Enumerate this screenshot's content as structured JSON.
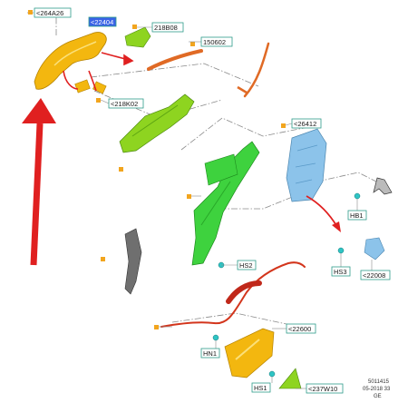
{
  "colors": {
    "label_border": "#2e9c8a",
    "highlight": "#3a63e6",
    "marker": "#f2a51e",
    "leader": "#8a8a8a",
    "arrow_red": "#e02020",
    "handle": "#f3b70f",
    "bracket": "#8ed420",
    "rod": "#e06a25",
    "latch": "#8cc3ea",
    "cable": "#d3351c",
    "reinforcement": "#6f6f6f",
    "clip": "#2fc4c4"
  },
  "callouts": [
    {
      "id": "c264a26",
      "text": "<264A26"
    },
    {
      "id": "c22404",
      "text": "<22404",
      "highlight": true
    },
    {
      "id": "c218b08",
      "text": "218B08"
    },
    {
      "id": "c150602",
      "text": "150602"
    },
    {
      "id": "c218k02",
      "text": "<218K02"
    },
    {
      "id": "c26412",
      "text": "<26412"
    },
    {
      "id": "chb1",
      "text": "HB1"
    },
    {
      "id": "chs2",
      "text": "HS2"
    },
    {
      "id": "chs3",
      "text": "HS3"
    },
    {
      "id": "c22008",
      "text": "<22008"
    },
    {
      "id": "c22600",
      "text": "<22600"
    },
    {
      "id": "chn1",
      "text": "HN1"
    },
    {
      "id": "chs1",
      "text": "HS1"
    },
    {
      "id": "c237w10",
      "text": "<237W10"
    }
  ],
  "footer": {
    "line1": "5011415",
    "line2": "05-2018 33",
    "line3": "GE"
  }
}
